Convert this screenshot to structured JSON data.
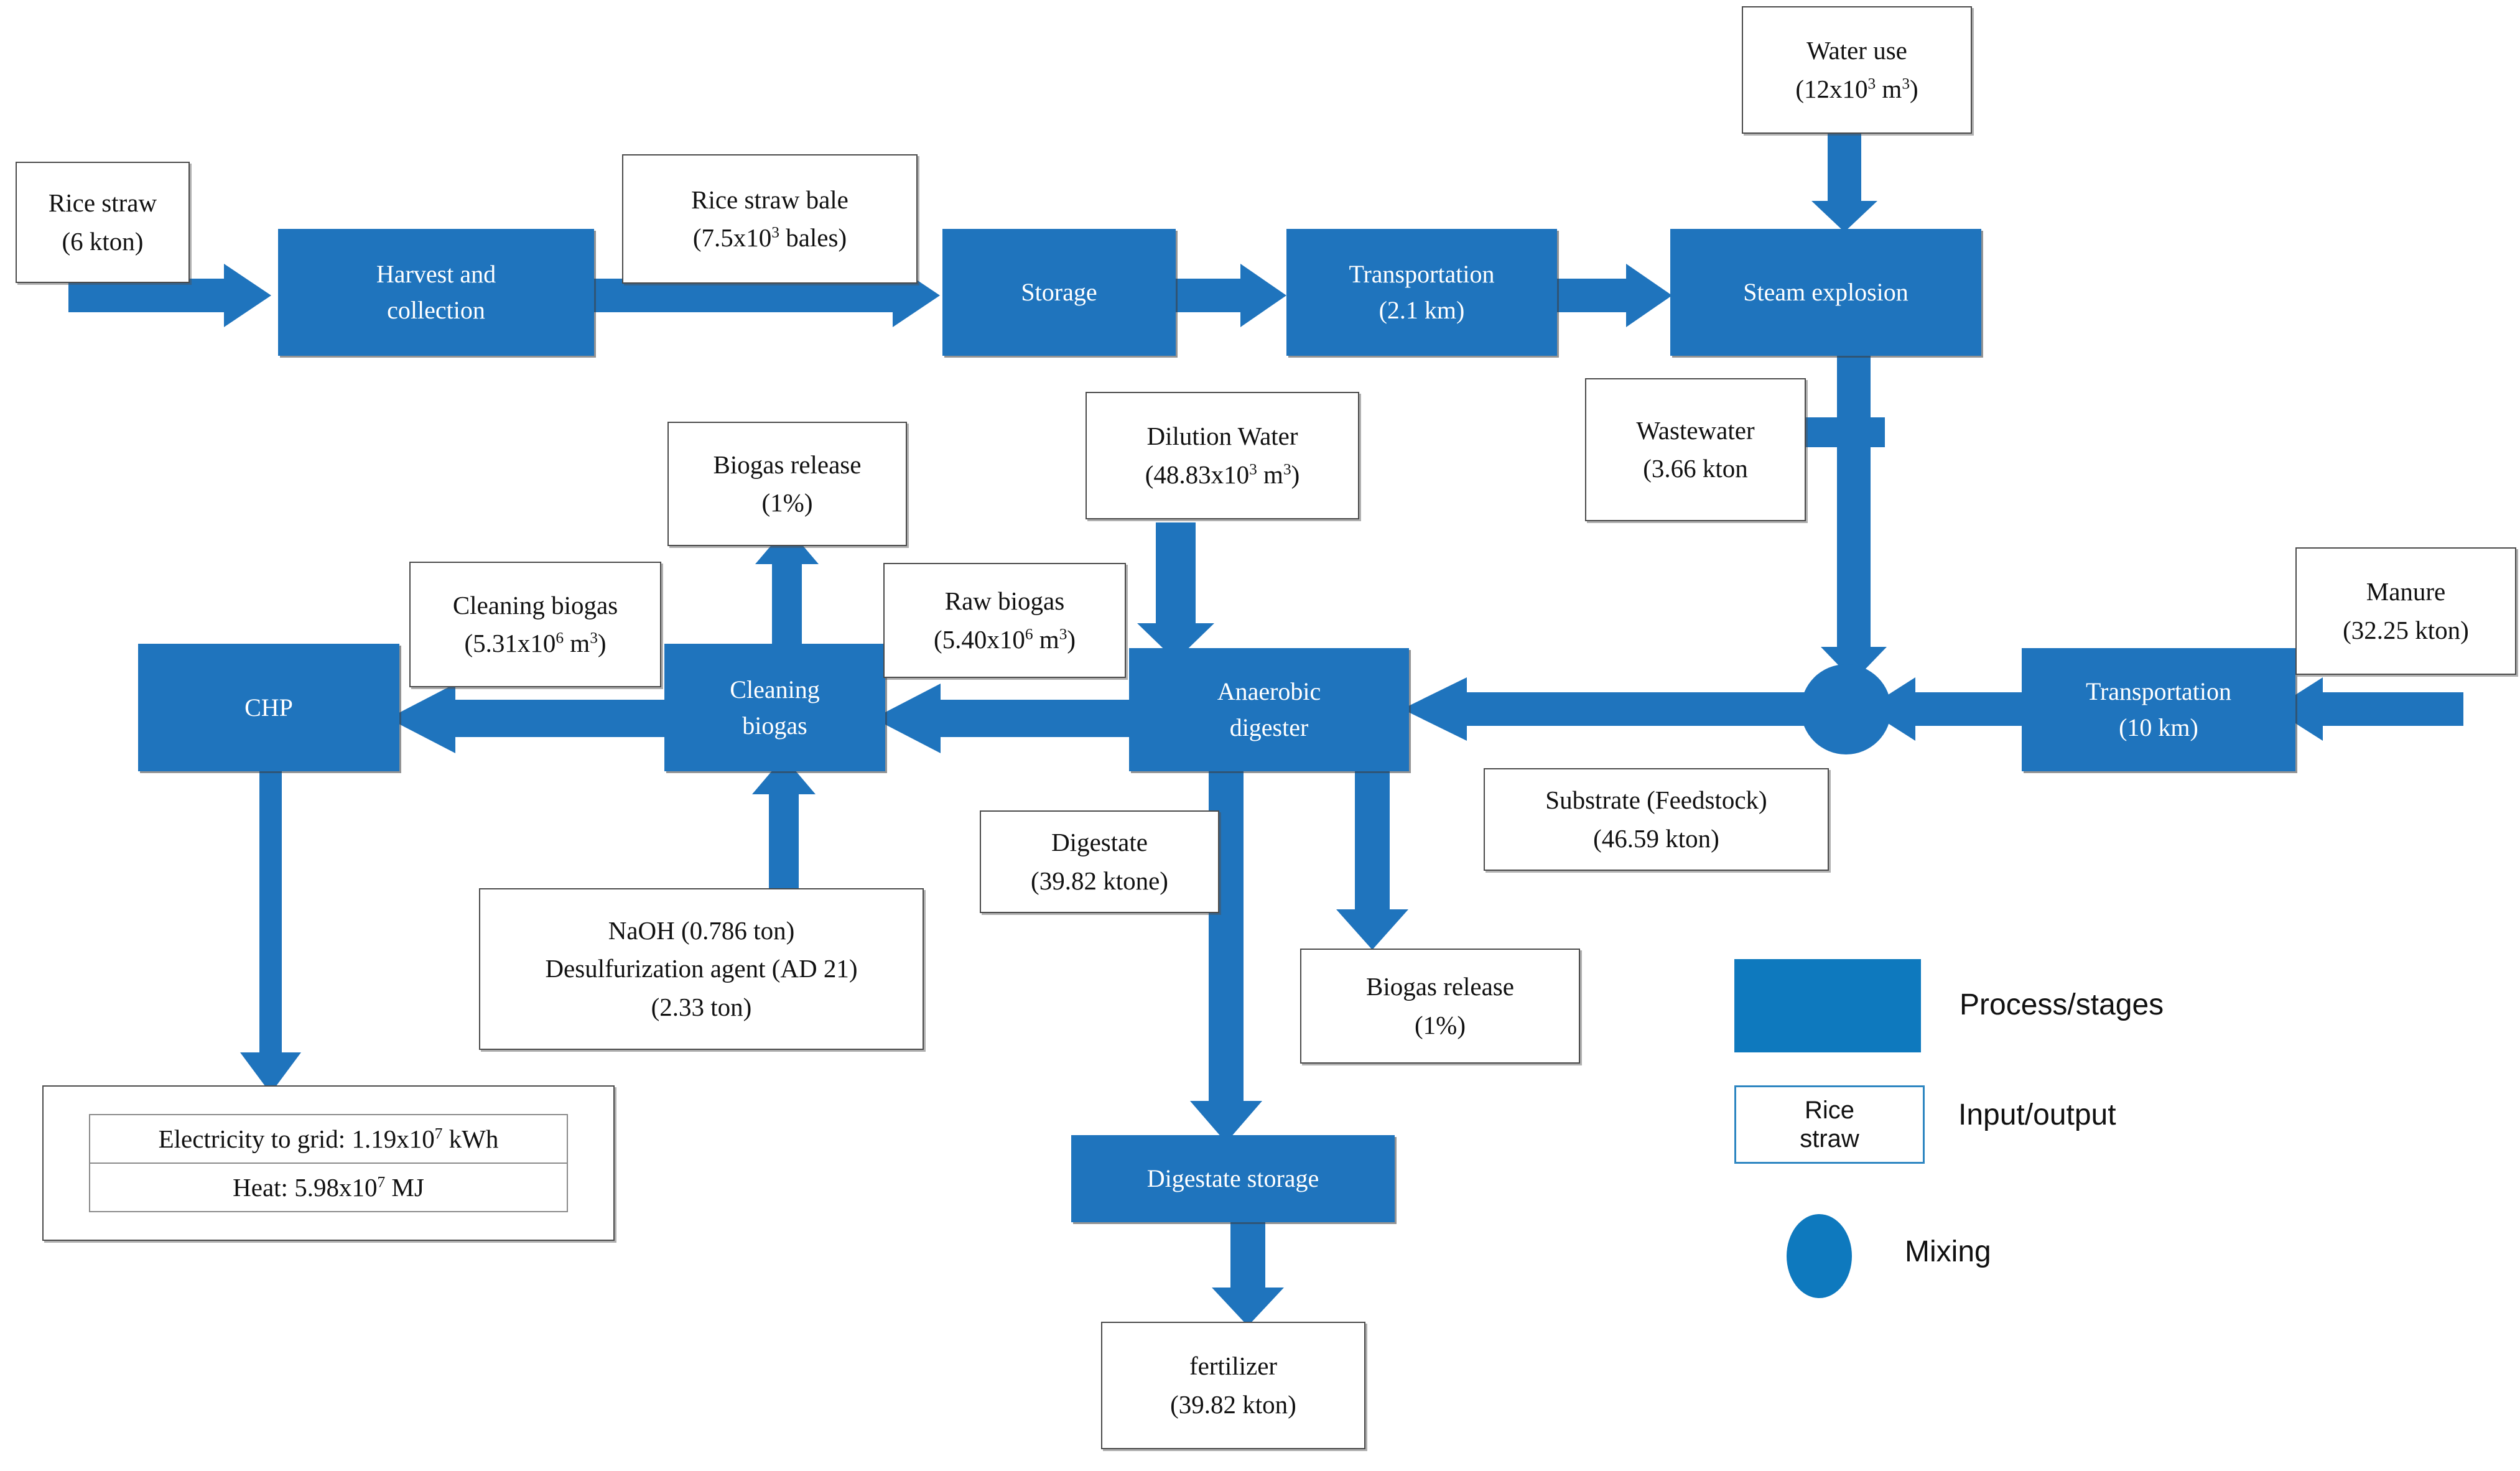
{
  "diagram": {
    "title": "Rice straw and manure anaerobic digestion process flow",
    "colors": {
      "process_fill": "#1F74BD",
      "legend_fill": "#0E79BE",
      "arrow_fill": "#1F74BD",
      "io_border": "#4a4a4a",
      "legend_io_border": "#2E86C1",
      "process_text": "#ffffff",
      "io_text": "#111111",
      "background": "#ffffff"
    }
  },
  "processes": {
    "harvest": {
      "line1": "Harvest  and",
      "line2": "collection"
    },
    "storage": {
      "line1": "Storage"
    },
    "transportation_1": {
      "line1": "Transportation",
      "line2": "(2.1 km)"
    },
    "steam_explosion": {
      "line1": "Steam explosion"
    },
    "transportation_2": {
      "line1": "Transportation",
      "line2": "(10 km)"
    },
    "anaerobic_digester": {
      "line1": "Anaerobic",
      "line2": "digester"
    },
    "cleaning_biogas": {
      "line1": "Cleaning",
      "line2": "biogas"
    },
    "chp": {
      "line1": "CHP"
    },
    "digestate_storage": {
      "line1": "Digestate storage"
    }
  },
  "io_boxes": {
    "rice_straw": {
      "line1": "Rice straw",
      "line2": "(6 kton)"
    },
    "rice_straw_bale": {
      "line1": "Rice straw bale",
      "line2_pre": "(7.5x10",
      "line2_sup": "3",
      "line2_post": " bales)"
    },
    "water_use": {
      "line1": "Water use",
      "line2_pre": "(12x10",
      "line2_sup": "3",
      "line2_post": " m",
      "line2_sup2": "3",
      "line2_end": ")"
    },
    "wastewater": {
      "line1": "Wastewater",
      "line2": "(3.66 kton"
    },
    "dilution_water": {
      "line1": "Dilution Water",
      "line2_pre": "(48.83x10",
      "line2_sup": "3",
      "line2_mid": " m",
      "line2_sup2": "3",
      "line2_end": ")"
    },
    "manure": {
      "line1": "Manure",
      "line2": "(32.25 kton)"
    },
    "substrate": {
      "line1": "Substrate (Feedstock)",
      "line2": "(46.59 kton)"
    },
    "raw_biogas": {
      "line1": "Raw biogas",
      "line2_pre": "(5.40x10",
      "line2_sup": "6",
      "line2_mid": " m",
      "line2_sup2": "3",
      "line2_end": ")"
    },
    "cleaning_biogas_out": {
      "line1": "Cleaning biogas",
      "line2_pre": "(5.31x10",
      "line2_sup": "6",
      "line2_mid": " m",
      "line2_sup2": "3",
      "line2_end": ")"
    },
    "biogas_release_top": {
      "line1": "Biogas release",
      "line2": "(1%)"
    },
    "biogas_release_bottom": {
      "line1": "Biogas release",
      "line2": "(1%)"
    },
    "reagents": {
      "line1": "NaOH (0.786 ton)",
      "line2": "Desulfurization agent (AD 21)",
      "line3": "(2.33 ton)"
    },
    "digestate": {
      "line1": "Digestate",
      "line2": "(39.82 ktone)"
    },
    "fertilizer": {
      "line1": "fertilizer",
      "line2": "(39.82 kton)"
    },
    "chp_outputs": {
      "row1_pre": "Electricity to grid: 1.19x10",
      "row1_sup": "7",
      "row1_post": " kWh",
      "row2_pre": "Heat: 5.98x10",
      "row2_sup": "7",
      "row2_post": " MJ"
    }
  },
  "legend": {
    "process_label": "Process/stages",
    "io_label": "Input/output",
    "io_swatch_line1": "Rice",
    "io_swatch_line2": "straw",
    "mixing_label": "Mixing"
  }
}
